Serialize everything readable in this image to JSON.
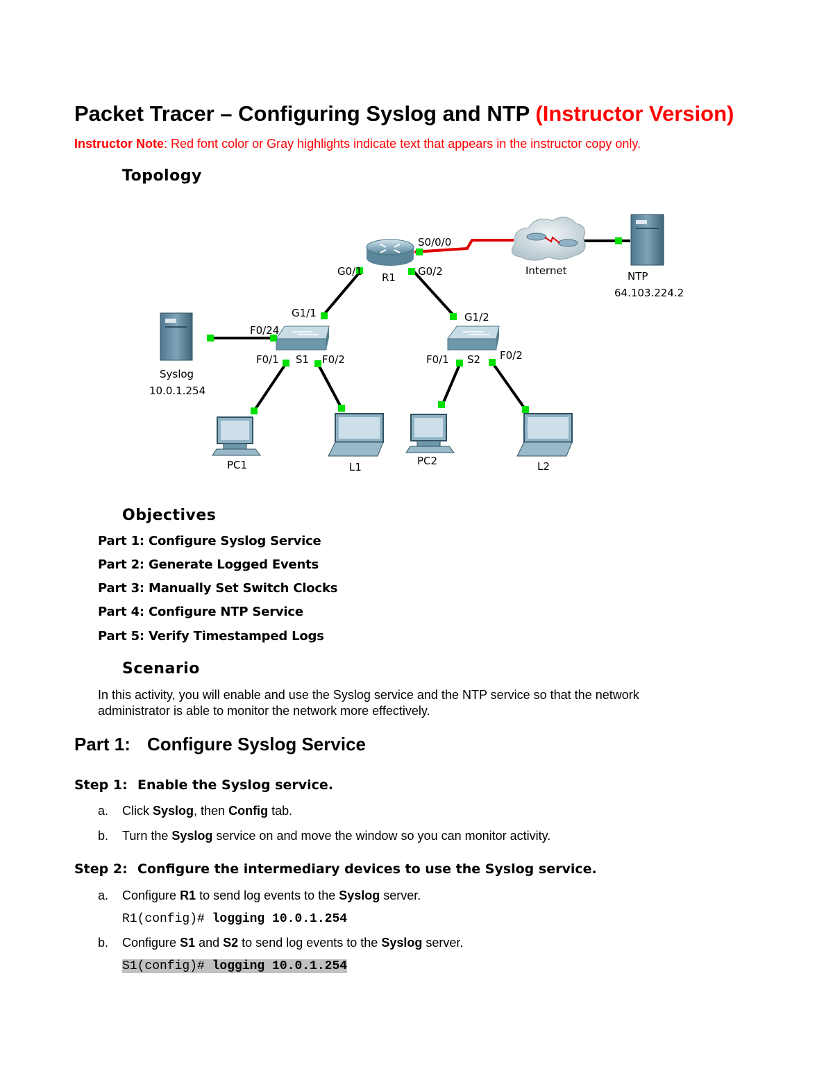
{
  "title": {
    "main": "Packet Tracer – Configuring Syslog and NTP",
    "instructor": "(Instructor Version)"
  },
  "instructor_note": {
    "label": "Instructor Note",
    "text": ": Red font color or Gray highlights indicate text that appears in the instructor copy only."
  },
  "topology": {
    "heading": "Topology",
    "devices": {
      "r1": "R1",
      "s1": "S1",
      "s2": "S2",
      "internet": "Internet",
      "ntp": "NTP",
      "ntp_ip": "64.103.224.2",
      "syslog": "Syslog",
      "syslog_ip": "10.0.1.254",
      "pc1": "PC1",
      "l1": "L1",
      "pc2": "PC2",
      "l2": "L2"
    },
    "ports": {
      "s000": "S0/0/0",
      "g01": "G0/1",
      "g02": "G0/2",
      "g11": "G1/1",
      "g12": "G1/2",
      "s1_f024": "F0/24",
      "s1_f01": "F0/1",
      "s1_f02": "F0/2",
      "s2_f01": "F0/1",
      "s2_f02": "F0/2"
    }
  },
  "objectives": {
    "heading": "Objectives",
    "parts": [
      "Part 1: Configure Syslog Service",
      "Part 2: Generate Logged Events",
      "Part 3: Manually Set Switch Clocks",
      "Part 4: Configure NTP Service",
      "Part 5: Verify Timestamped Logs"
    ]
  },
  "scenario": {
    "heading": "Scenario",
    "line1": "In this activity, you will enable and use the Syslog service and the NTP service so that the network",
    "line2": "administrator is able to monitor the network more effectively."
  },
  "part1": {
    "number": "Part 1:",
    "title": "Configure Syslog Service",
    "step1": {
      "number": "Step 1:",
      "title": "Enable the Syslog service.",
      "a": {
        "letter": "a.",
        "t1": "Click ",
        "b1": "Syslog",
        "t2": ", then ",
        "b2": "Config",
        "t3": " tab."
      },
      "b": {
        "letter": "b.",
        "t1": "Turn the ",
        "b1": "Syslog",
        "t2": " service on and move the window so you can monitor activity."
      }
    },
    "step2": {
      "number": "Step 2:",
      "title": "Configure the intermediary devices to use the Syslog service.",
      "a": {
        "letter": "a.",
        "t1": "Configure ",
        "b1": "R1",
        "t2": " to send log events to the ",
        "b2": "Syslog",
        "t3": " server."
      },
      "code_r1": {
        "prompt": "R1(config)# ",
        "cmd": "logging 10.0.1.254"
      },
      "b": {
        "letter": "b.",
        "t1": "Configure ",
        "b1": "S1",
        "t2": " and ",
        "b2": "S2",
        "t3": " to send log events to the ",
        "b3": "Syslog",
        "t4": " server."
      },
      "code_s1": {
        "prompt": "S1(config)# ",
        "cmd": "logging 10.0.1.254"
      }
    }
  },
  "colors": {
    "instructor_red": "#ff0000",
    "link_green": "#00e000",
    "serial_red": "#e00000",
    "highlight_gray": "#c0c0c0"
  }
}
